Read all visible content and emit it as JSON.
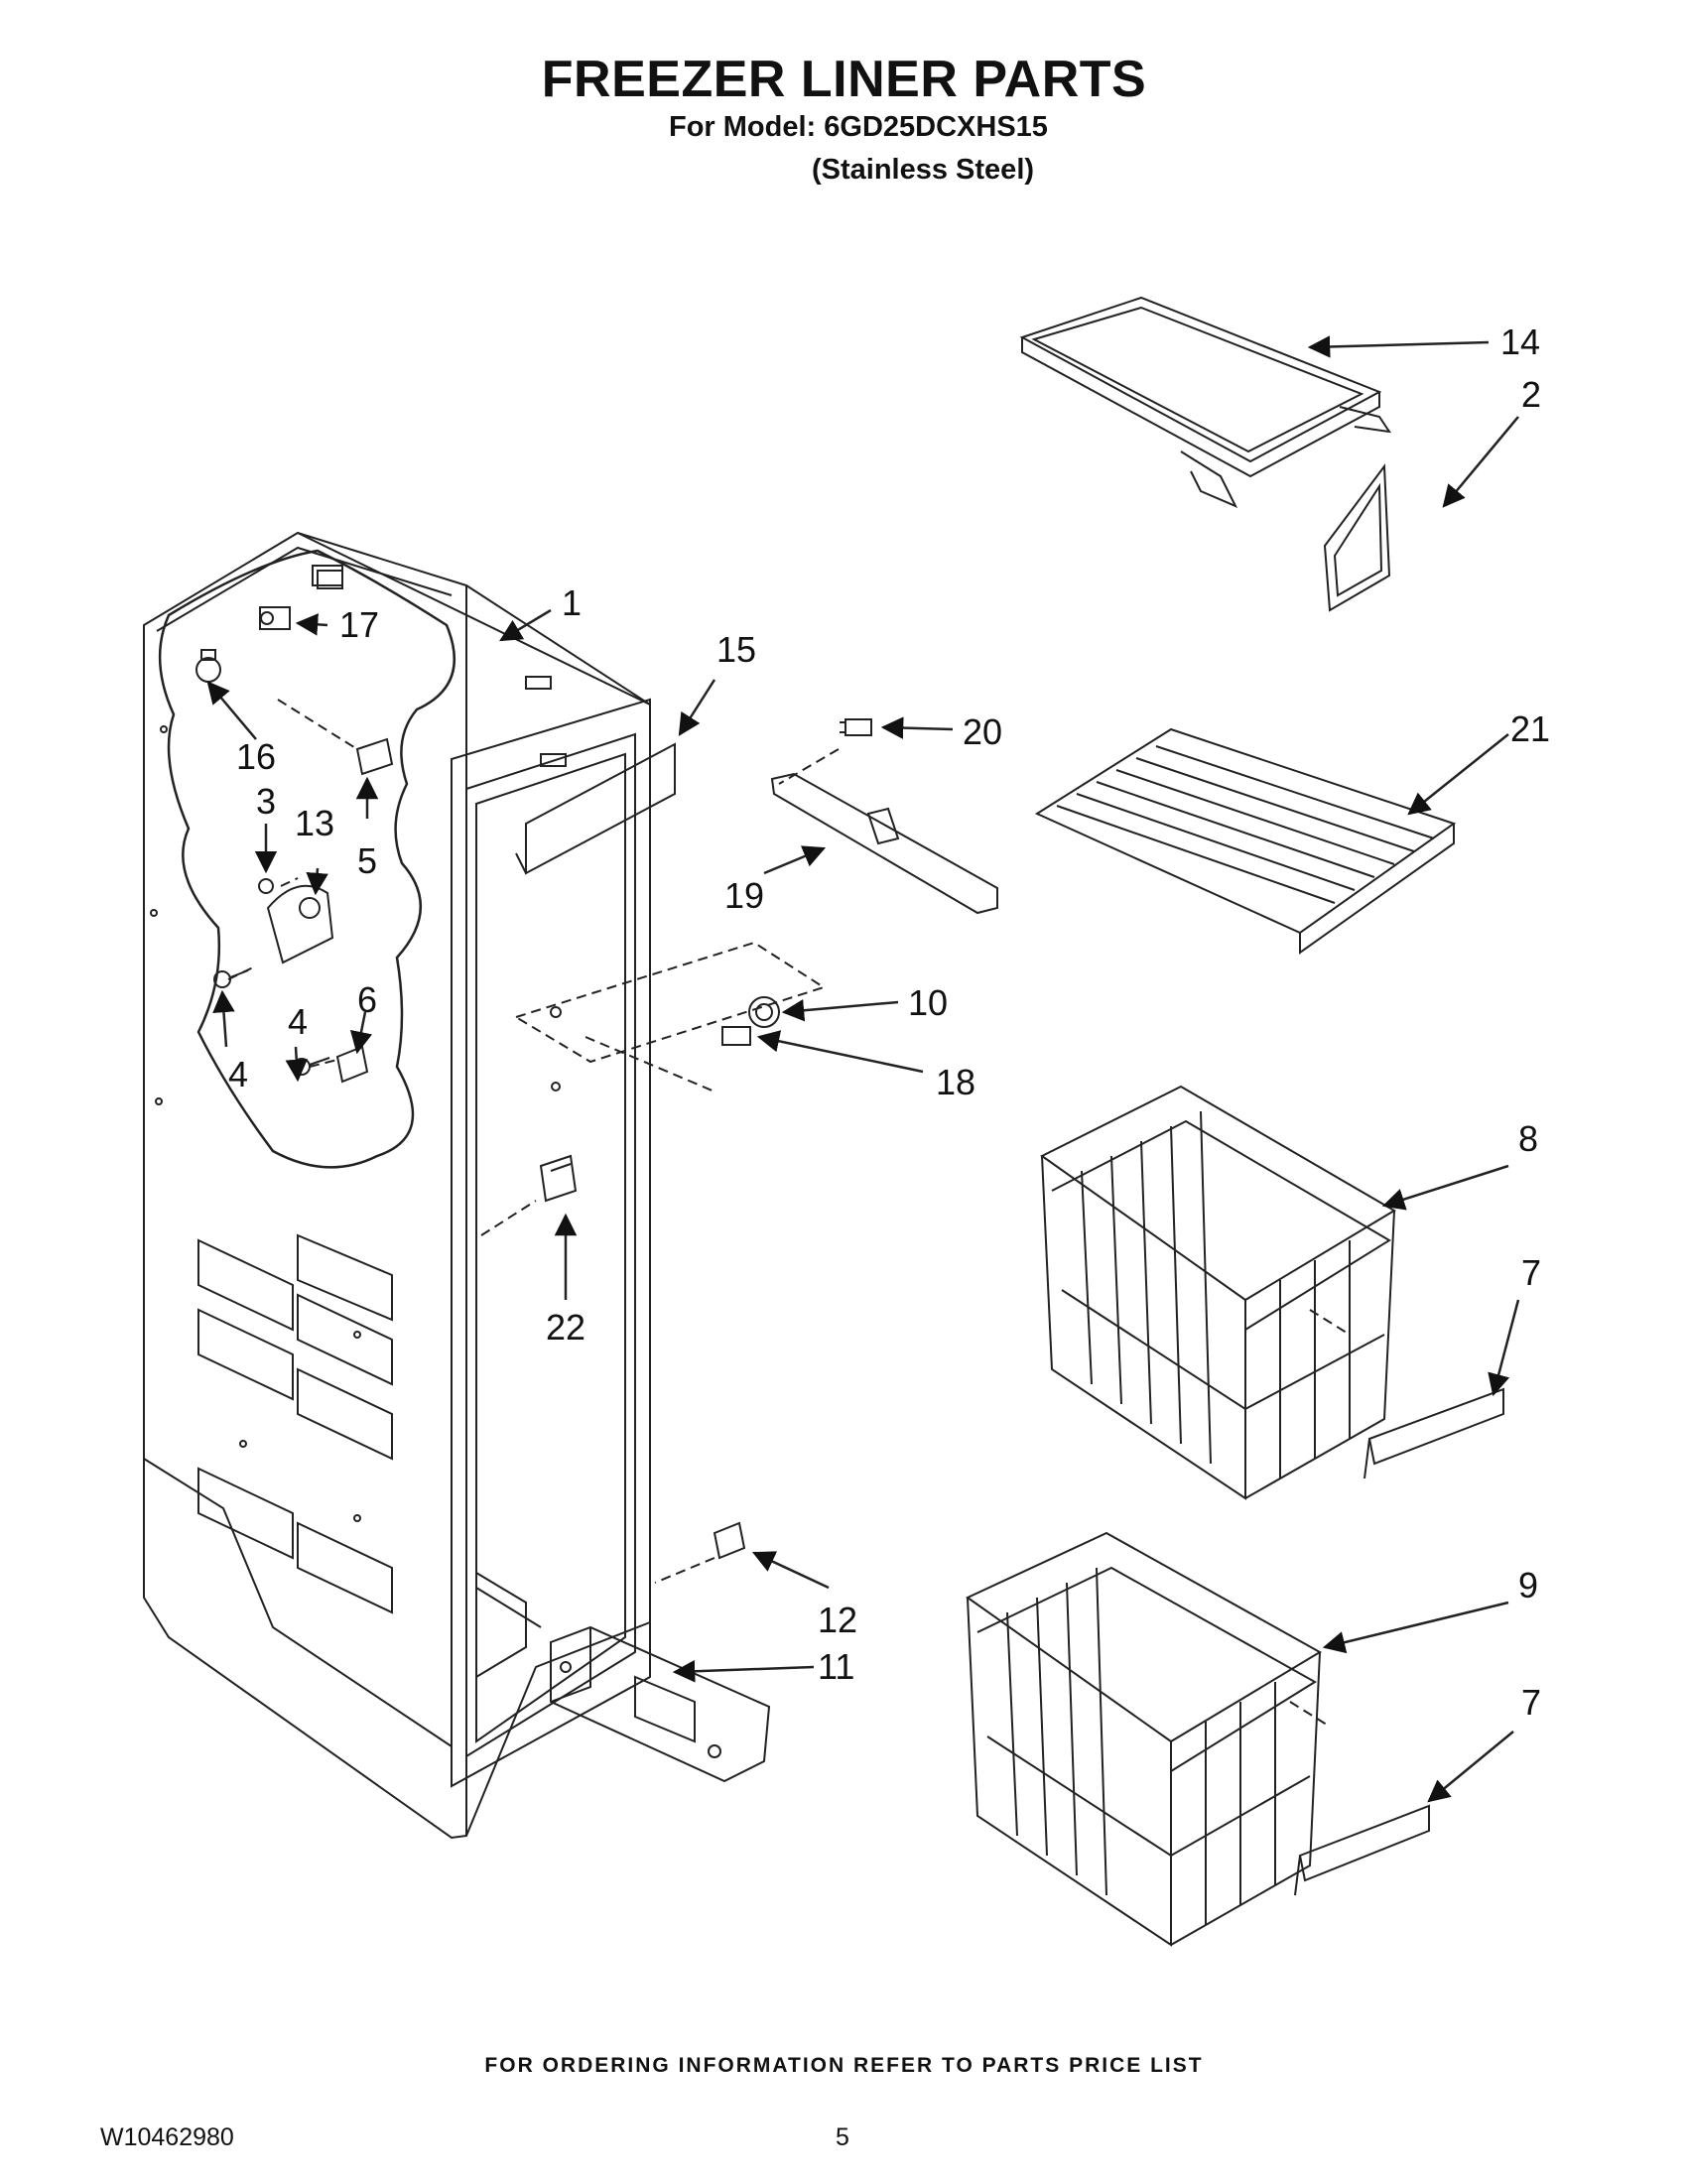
{
  "header": {
    "title": "FREEZER LINER PARTS",
    "model_line": "For Model: 6GD25DCXHS15",
    "color_line": "(Stainless Steel)"
  },
  "callouts": {
    "c14": "14",
    "c2": "2",
    "c1": "1",
    "c17": "17",
    "c15": "15",
    "c16": "16",
    "c3": "3",
    "c13": "13",
    "c5": "5",
    "c20": "20",
    "c21": "21",
    "c19": "19",
    "c10": "10",
    "c18": "18",
    "c4a": "4",
    "c6": "6",
    "c4b": "4",
    "c8": "8",
    "c22": "22",
    "c7a": "7",
    "c9": "9",
    "c12": "12",
    "c11": "11",
    "c7b": "7"
  },
  "footer": {
    "ordering_note": "FOR ORDERING INFORMATION REFER TO PARTS PRICE LIST",
    "doc_number": "W10462980",
    "page_number": "5"
  }
}
